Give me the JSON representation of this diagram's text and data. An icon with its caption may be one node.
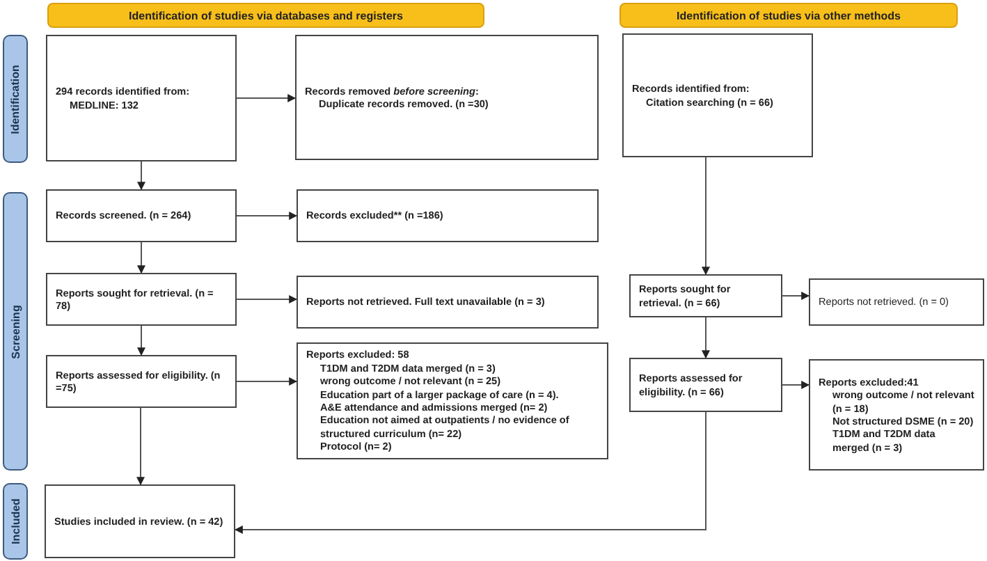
{
  "diagram": {
    "nodes": [
      {
        "text": [
          "Identification of studies via databases and registers"
        ]
      },
      {
        "text": [
          "Identification of studies via other methods"
        ]
      },
      {
        "text": [
          "Identification"
        ]
      },
      {
        "text": [
          "294 records identified from:",
          "MEDLINE: 132"
        ]
      },
      {
        "text": [
          "Records removed *before screening*:",
          "Duplicate records removed. (n =30)"
        ]
      },
      {
        "text": [
          "Records identified from:",
          "Citation searching (n = 66)"
        ]
      },
      {
        "text": [
          "Screening"
        ]
      },
      {
        "text": [
          "Records screened. (n = 264)"
        ]
      },
      {
        "text": [
          "Records excluded** (n =186)"
        ]
      },
      {
        "text": [
          "Reports sought for retrieval. (n = 78)"
        ]
      },
      {
        "text": [
          "Reports not retrieved. Full text unavailable (n = 3)"
        ]
      },
      {
        "text": [
          "Reports sought for retrieval. (n = 66)"
        ]
      },
      {
        "text": [
          "Reports not retrieved. (n = 0)"
        ]
      },
      {
        "text": [
          "Reports assessed for eligibility. (n =75)"
        ]
      },
      {
        "text": [
          "Reports excluded: 58",
          "T1DM and T2DM data merged (n = 3)",
          "wrong outcome / not relevant (n = 25)",
          "Education part of a larger package of care (n = 4).",
          "A&E attendance and admissions merged (n= 2)",
          "Education not aimed at outpatients / no evidence of structured curriculum (n= 22)",
          "Protocol (n= 2)"
        ]
      },
      {
        "text": [
          "Reports assessed for eligibility. (n = 66)"
        ]
      },
      {
        "text": [
          "Reports excluded:41",
          "wrong outcome / not relevant (n = 18)",
          "Not structured DSME (n = 20)",
          "T1DM and T2DM data merged (n = 3)"
        ]
      },
      {
        "text": [
          "Included"
        ]
      },
      {
        "text": [
          "Studies included in review. (n = 42)"
        ]
      }
    ],
    "edges": [
      {
        "from": 3,
        "to": 4,
        "arrow": "to"
      },
      {
        "from": 3,
        "to": 7,
        "arrow": "to"
      },
      {
        "from": 7,
        "to": 8,
        "arrow": "to"
      },
      {
        "from": 7,
        "to": 9,
        "arrow": "to"
      },
      {
        "from": 9,
        "to": 10,
        "arrow": "to"
      },
      {
        "from": 9,
        "to": 13,
        "arrow": "to"
      },
      {
        "from": 13,
        "to": 14,
        "arrow": "to"
      },
      {
        "from": 13,
        "to": 18,
        "arrow": "to"
      },
      {
        "from": 5,
        "to": 11,
        "arrow": "to"
      },
      {
        "from": 11,
        "to": 12,
        "arrow": "to"
      },
      {
        "from": 11,
        "to": 15,
        "arrow": "to"
      },
      {
        "from": 15,
        "to": 16,
        "arrow": "to"
      },
      {
        "from": 15,
        "to": 18,
        "arrow": "to"
      }
    ]
  }
}
